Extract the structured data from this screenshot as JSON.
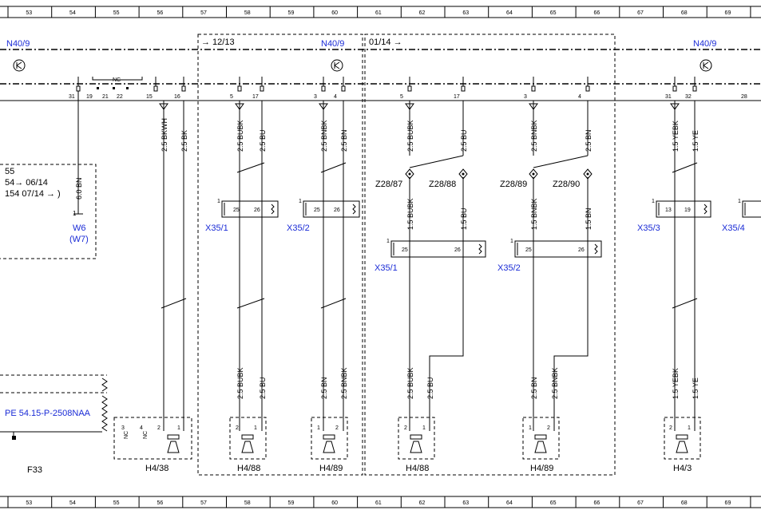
{
  "grid": {
    "columns": [
      "53",
      "54",
      "55",
      "56",
      "57",
      "58",
      "59",
      "60",
      "61",
      "62",
      "63",
      "64",
      "65",
      "66",
      "67",
      "68",
      "69"
    ]
  },
  "modules": [
    {
      "label": "N40/9"
    },
    {
      "label": "N40/9"
    },
    {
      "label": "N40/9"
    }
  ],
  "frames": [
    {
      "label": "→ 12/13"
    },
    {
      "label": "01/14 →"
    }
  ],
  "top_pins": [
    "31",
    "19",
    "21",
    "22",
    "15",
    "16",
    "5",
    "17",
    "3",
    "4",
    "5",
    "17",
    "3",
    "4",
    "31",
    "32",
    "28"
  ],
  "nc_label": "NC",
  "wires_upper": [
    {
      "label": "2.5 BKWH"
    },
    {
      "label": "2.5 BK"
    },
    {
      "label": "2.5 BUBK"
    },
    {
      "label": "2.5 BU"
    },
    {
      "label": "2.5 BNBK"
    },
    {
      "label": "2.5 BN"
    },
    {
      "label": "2.5 BUBK"
    },
    {
      "label": "2.5 BU"
    },
    {
      "label": "2.5 BNBK"
    },
    {
      "label": "2.5 BN"
    },
    {
      "label": "1.5 YEBK"
    },
    {
      "label": "1.5 YE"
    },
    {
      "label": "6.0 BN"
    }
  ],
  "wires_mid": [
    {
      "label": "1.5 BUBK"
    },
    {
      "label": "1.5 BU"
    },
    {
      "label": "1.5 BNBK"
    },
    {
      "label": "1.5 BN"
    }
  ],
  "wires_lower": [
    {
      "label": "2.5 BUBK"
    },
    {
      "label": "2.5 BU"
    },
    {
      "label": "2.5 BN"
    },
    {
      "label": "2.5 BNBK"
    },
    {
      "label": "2.5 BUBK"
    },
    {
      "label": "2.5 BU"
    },
    {
      "label": "2.5 BN"
    },
    {
      "label": "2.5 BNBK"
    },
    {
      "label": "1.5 YEBK"
    },
    {
      "label": "1.5 YE"
    }
  ],
  "splices": [
    {
      "label": "Z28/87"
    },
    {
      "label": "Z28/88"
    },
    {
      "label": "Z28/89"
    },
    {
      "label": "Z28/90"
    }
  ],
  "connectors": [
    {
      "label": "X35/1",
      "pins": [
        "25",
        "26"
      ]
    },
    {
      "label": "X35/2",
      "pins": [
        "25",
        "26"
      ]
    },
    {
      "label": "X35/1",
      "pins": [
        "25",
        "26"
      ]
    },
    {
      "label": "X35/2",
      "pins": [
        "25",
        "26"
      ]
    },
    {
      "label": "X35/3",
      "pins": [
        "13",
        "19"
      ]
    },
    {
      "label": "X35/4",
      "pins": [
        ""
      ]
    }
  ],
  "connector_pin1": "1",
  "speakers": [
    {
      "label": "H4/38",
      "pins": [
        "3",
        "4",
        "2",
        "1"
      ],
      "nc": [
        "NC",
        "NC"
      ]
    },
    {
      "label": "H4/88",
      "pins": [
        "2",
        "1"
      ]
    },
    {
      "label": "H4/89",
      "pins": [
        "1",
        "2"
      ]
    },
    {
      "label": "H4/88",
      "pins": [
        "2",
        "1"
      ]
    },
    {
      "label": "H4/89",
      "pins": [
        "1",
        "2"
      ]
    },
    {
      "label": "H4/3",
      "pins": [
        "2",
        "1"
      ]
    }
  ],
  "left_box": {
    "lines": [
      "55",
      "54→ 06/14",
      "154  07/14 → )"
    ],
    "pin": "1",
    "ref1": "W6",
    "ref2": "(W7)"
  },
  "pe_ref": "PE 54.15-P-2508NAA",
  "fuse": "F33",
  "colors": {
    "blue_ref": "#1a2bd6",
    "line": "#000000"
  }
}
